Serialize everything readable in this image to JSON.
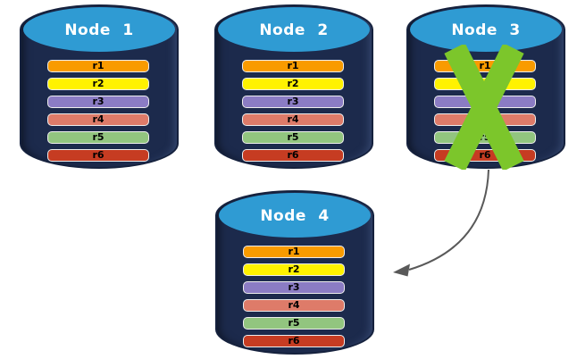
{
  "diagram": {
    "nodes": [
      {
        "id": "node-1",
        "label": "Node 1",
        "failed": false
      },
      {
        "id": "node-2",
        "label": "Node 2",
        "failed": false
      },
      {
        "id": "node-3",
        "label": "Node 3",
        "failed": true
      },
      {
        "id": "node-4",
        "label": "Node 4",
        "failed": false
      }
    ],
    "rows": [
      {
        "label": "r1",
        "color": "#F99B00"
      },
      {
        "label": "r2",
        "color": "#FFF200"
      },
      {
        "label": "r3",
        "color": "#8B7CC4"
      },
      {
        "label": "r4",
        "color": "#DE7B69"
      },
      {
        "label": "r5",
        "color": "#92C57F"
      },
      {
        "label": "r6",
        "color": "#C63C22"
      }
    ],
    "colors": {
      "cylinder_body": "#1C2A4C",
      "cylinder_top": "#2F9BD3",
      "x_mark": "#7CC62B",
      "arrow": "#595959"
    },
    "arrow": {
      "from": "node-3",
      "to": "node-4"
    }
  }
}
